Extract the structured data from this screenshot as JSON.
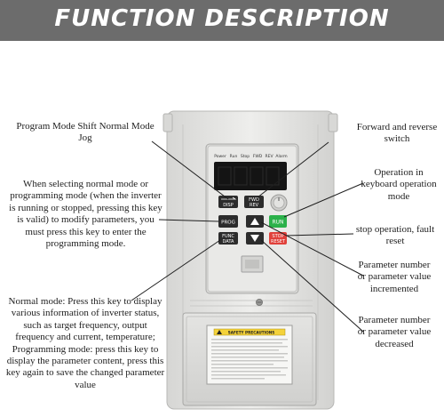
{
  "banner": {
    "title": "FUNCTION DESCRIPTION"
  },
  "labels": {
    "program_mode_shift": "Program Mode Shift Normal Mode Jog",
    "prog_key": "When selecting normal mode or programming mode (when the inverter is running or stopped, pressing this key is valid) to modify parameters, you must press this key to enter the programming mode.",
    "func_data_key": "Normal mode: Press this key to display various information of inverter status, such as target frequency, output frequency and current, temperature; Programming mode: press this key to display the parameter content, press this key again to save the changed parameter value",
    "fwd_rev": "Forward and reverse switch",
    "run_key": "Operation in keyboard operation mode",
    "stop_key": "stop operation, fault reset",
    "up_key": "Parameter number or parameter value incremented",
    "down_key": "Parameter number or parameter value decreased"
  },
  "panel": {
    "indicators": [
      "Power",
      "Run",
      "Stop",
      "FWD",
      "REV",
      "Alarm"
    ],
    "buttons": {
      "disp": "DISP",
      "fwd_rev": [
        "FWD",
        "REV"
      ],
      "prog": "PROG",
      "func_data": [
        "FUNC",
        "DATA"
      ],
      "run": "RUN",
      "stop_reset": [
        "STOP",
        "RESET"
      ]
    }
  },
  "safety_label": {
    "title": "SAFETY PRECAUTIONS"
  },
  "colors": {
    "banner": "#6c6c6c",
    "housing": "#e6e6e4",
    "run_button": "#2bb14a",
    "stop_button": "#e0403a",
    "display": "#111111"
  }
}
